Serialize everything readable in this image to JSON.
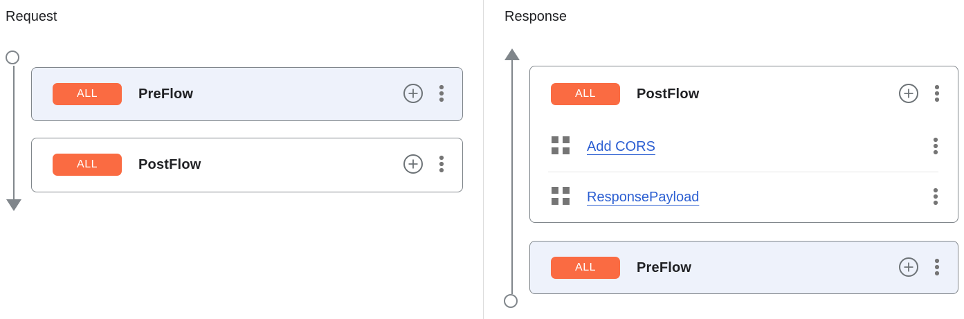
{
  "panels": {
    "request": {
      "title": "Request",
      "flow_direction": "down",
      "cards": [
        {
          "badge": "ALL",
          "name": "PreFlow",
          "selected": true,
          "policies": []
        },
        {
          "badge": "ALL",
          "name": "PostFlow",
          "selected": false,
          "policies": []
        }
      ]
    },
    "response": {
      "title": "Response",
      "flow_direction": "up",
      "cards": [
        {
          "badge": "ALL",
          "name": "PostFlow",
          "selected": false,
          "policies": [
            "Add CORS",
            "ResponsePayload"
          ]
        },
        {
          "badge": "ALL",
          "name": "PreFlow",
          "selected": true,
          "policies": []
        }
      ]
    }
  },
  "icons": {
    "add_policy": "plus-circle-icon",
    "more_options": "kebab-menu-icon",
    "policy": "policy-grid-icon",
    "request_flow": "arrow-down-icon",
    "response_flow": "arrow-up-icon"
  },
  "colors": {
    "badge_background": "#fa6b42",
    "badge_text": "#ffffff",
    "selected_card_background": "#eef2fb",
    "card_border": "#80868b",
    "policy_link": "#2c5fd2",
    "timeline": "#80868b",
    "icon_gray": "#5f6368",
    "divider": "#dcdcdc"
  }
}
